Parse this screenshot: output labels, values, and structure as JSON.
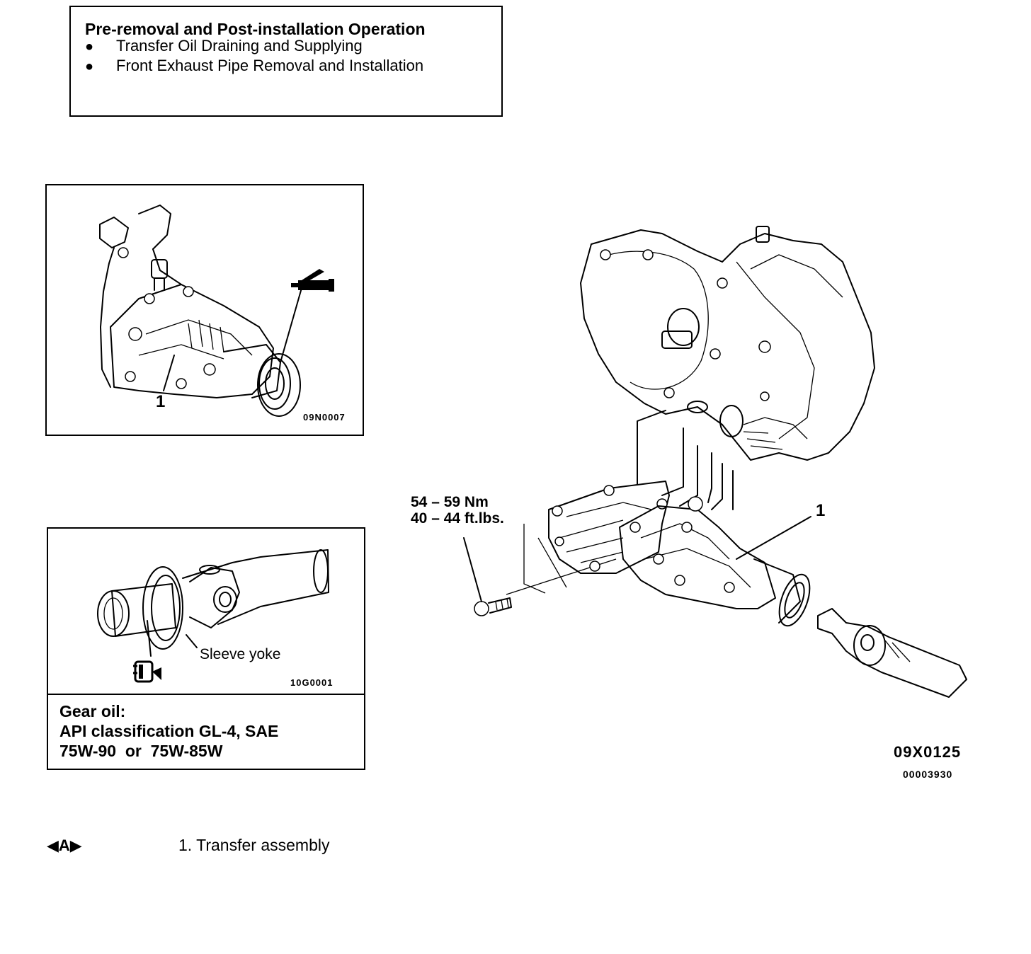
{
  "pre_box": {
    "title": "Pre-removal and Post-installation Operation",
    "items": [
      "Transfer Oil Draining and Supplying",
      "Front Exhaust Pipe Removal and Installation"
    ],
    "bullet": "●"
  },
  "figure1": {
    "callout": "1",
    "code": "09N0007"
  },
  "figure2": {
    "label": "Sleeve yoke",
    "code": "10G0001",
    "gear_oil": {
      "line1": "Gear oil:",
      "line2": "API classification GL-4, SAE",
      "line3": "75W-90  or  75W-85W"
    }
  },
  "main_figure": {
    "torque_nm": "54 – 59 Nm",
    "torque_ftlbs": "40 – 44 ft.lbs.",
    "callout": "1",
    "code": "09X0125",
    "doc_number": "00003930"
  },
  "footer": {
    "marker": "◀A▶",
    "parts": [
      "1. Transfer assembly"
    ]
  }
}
